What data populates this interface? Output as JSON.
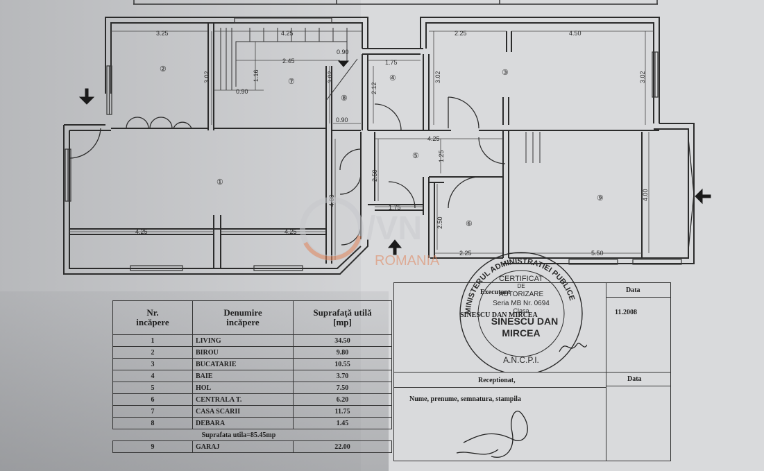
{
  "plan": {
    "room_markers": [
      "①",
      "②",
      "③",
      "④",
      "⑤",
      "⑥",
      "⑦",
      "⑧",
      "⑨"
    ],
    "dimensions": {
      "d_325": "3.25",
      "d_425_top": "4.25",
      "d_225_top": "2.25",
      "d_450": "4.50",
      "d_302_r2": "3.02",
      "d_245": "2.45",
      "d_090_a": "0.90",
      "d_116": "1.16",
      "d_090_b": "0.90",
      "d_302_r7": "3.02",
      "d_175_top": "1.75",
      "d_212": "2.12",
      "d_090_c": "0.90",
      "d_302_r3a": "3.02",
      "d_302_r3b": "3.02",
      "d_425_mid": "4.25",
      "d_125": "1.25",
      "d_250_a": "2.50",
      "d_400_a": "4.00",
      "d_175_low": "1.75",
      "d_250_b": "2.50",
      "d_400_b": "4.00",
      "d_425_bl": "4.25",
      "d_425_bm": "4.25",
      "d_225_bot": "2.25",
      "d_550": "5.50"
    }
  },
  "watermark": {
    "text": "ROMANIA"
  },
  "rooms_table": {
    "headers": [
      "Nr.\nincăpere",
      "Denumire\nincăpere",
      "Suprafaţă utilă\n[mp]"
    ],
    "rows": [
      {
        "nr": "1",
        "name": "LIVING",
        "area": "34.50"
      },
      {
        "nr": "2",
        "name": "BIROU",
        "area": "9.80"
      },
      {
        "nr": "3",
        "name": "BUCATARIE",
        "area": "10.55"
      },
      {
        "nr": "4",
        "name": "BAIE",
        "area": "3.70"
      },
      {
        "nr": "5",
        "name": "HOL",
        "area": "7.50"
      },
      {
        "nr": "6",
        "name": "CENTRALA T.",
        "area": "6.20"
      },
      {
        "nr": "7",
        "name": "CASA SCARII",
        "area": "11.75"
      },
      {
        "nr": "8",
        "name": "DEBARA",
        "area": "1.45"
      }
    ],
    "total": "Suprafata utila=85.45mp",
    "extra_row": {
      "nr": "9",
      "name": "GARAJ",
      "area": "22.00"
    }
  },
  "info_box": {
    "executant_label": "Executant",
    "date_label": "Data",
    "executant_name": "SINESCU DAN MIRCEA",
    "date_value": "11.2008",
    "receptionat_label": "Receptionat,",
    "date_label_2": "Data",
    "signature_hint": "Nume, prenume, semnatura, stampila"
  },
  "stamp": {
    "ring_text": "MINISTERUL ADMINISTRATIEI PUBLICE",
    "bottom_text": "A.N.C.P.I.",
    "line1": "CERTIFICAT",
    "line2": "DE",
    "line3": "AUTORIZARE",
    "line4": "Seria MB Nr. 0694",
    "line5": "Clasa",
    "name1": "SINESCU DAN",
    "name2": "MIRCEA"
  },
  "colors": {
    "paper": "#dcdddf",
    "ink": "#2a2a2a",
    "watermark": "#e1845a"
  }
}
